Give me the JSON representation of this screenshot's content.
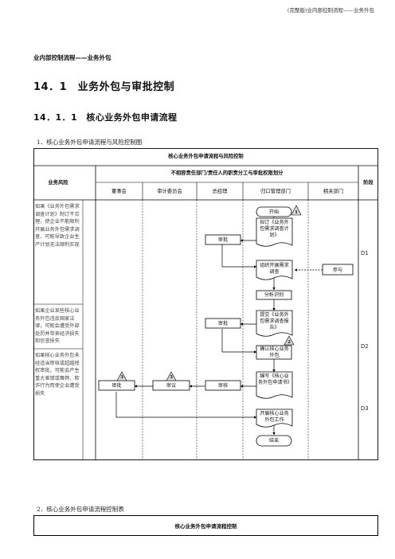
{
  "running_header": "(完整版)业内部控制流程——业务外包",
  "doc_title": "业内部控制流程——业务外包",
  "section_heading": "14．1　业务外包与审批控制",
  "subsection_heading": "14．1．1　核心业务外包申请流程",
  "caption_1": "1．核心业务外包申请流程与风险控制图",
  "caption_2": "2．核心业务外包申请流程控制表",
  "flow_table": {
    "title": "核心业务外包申请流程与风险控制",
    "col_risk": "业务风险",
    "group_header": "不相容责任部门/责任人的职责分工与审批权限划分",
    "col_stage": "阶段",
    "departments": [
      "董事会",
      "审计委员会",
      "总经理",
      "归口管理部门",
      "相关部门"
    ],
    "risks": [
      "如果《业务外包需求调查计划》制订不合理，使企业不能顺利开展业务外包需求调查，可能导致企业生产计划无法顺利实现",
      "如果企业某些核心业务外包违反国家法律，可能会遭受外部处罚并带来经济损失和信誉损失",
      "如果核心业务外包未经适当审核或超越授权审批，可能会产生重大差错或舞弊、欺诈行为而使企业遭受损失"
    ],
    "stages": [
      "D1",
      "D2",
      "D3"
    ],
    "nodes": {
      "start": "开始",
      "plan": "拟订《业务外包需求调查计划》",
      "approve_gm_1": "审批",
      "organize": "组织开展需求调查",
      "participate": "参与",
      "analyze": "分析识别",
      "report": "提交《业务外包需求调查报告》",
      "approve_gm_2": "审批",
      "confirm": "确认核心业务外包",
      "application": "编写《核心业务外包申请书》",
      "review_gm": "审核",
      "deliberate": "审议",
      "approve_board": "审批",
      "launch": "开展核心业务外包工作",
      "end": "结束"
    },
    "markers": [
      "1",
      "2",
      "3",
      "3"
    ]
  },
  "control_table": {
    "title": "核心业务外包申请流程控制"
  }
}
